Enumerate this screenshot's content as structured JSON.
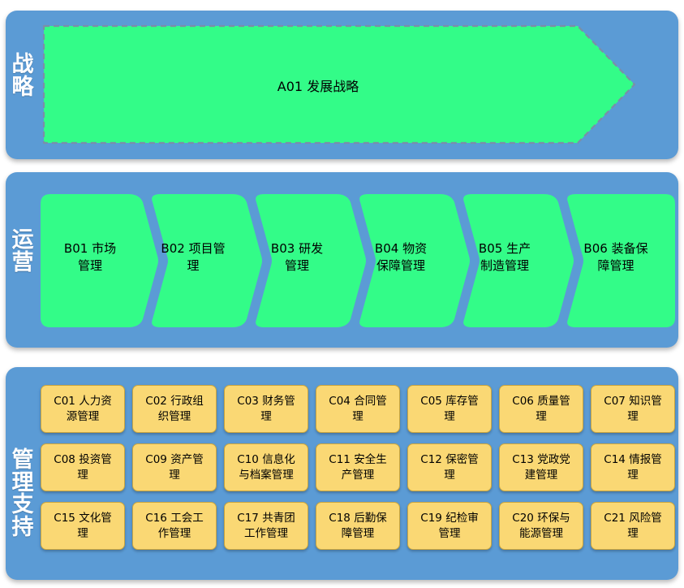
{
  "colors": {
    "band_blue": "#5b9bd5",
    "process_green": "#33fc88",
    "support_yellow": "#fad874",
    "support_border": "#c9a53f",
    "dashed_border": "#7a8fa8",
    "label_white": "#ffffff",
    "text_black": "#000000"
  },
  "strategy": {
    "band_label": "战略",
    "arrow": {
      "label": "A01 发展战略"
    }
  },
  "operations": {
    "band_label": "运营",
    "chevrons": [
      {
        "label": "B01 市场\n管理"
      },
      {
        "label": "B02 项目管\n理"
      },
      {
        "label": "B03  研发\n管理"
      },
      {
        "label": "B04  物资\n保障管理"
      },
      {
        "label": "B05  生产\n制造管理"
      },
      {
        "label": "B06 装备保\n障管理"
      }
    ]
  },
  "support": {
    "band_label": "管理支持",
    "rows": [
      [
        {
          "label": "C01 人力资\n源管理"
        },
        {
          "label": "C02 行政组\n织管理"
        },
        {
          "label": "C03 财务管\n理"
        },
        {
          "label": "C04 合同管\n理"
        },
        {
          "label": "C05 库存管\n理"
        },
        {
          "label": "C06 质量管\n理"
        },
        {
          "label": "C07 知识管\n理"
        }
      ],
      [
        {
          "label": "C08 投资管\n理"
        },
        {
          "label": "C09 资产管\n理"
        },
        {
          "label": "C10 信息化\n与档案管理"
        },
        {
          "label": "C11 安全生\n产管理"
        },
        {
          "label": "C12 保密管\n理"
        },
        {
          "label": "C13 党政党\n建管理"
        },
        {
          "label": "C14 情报管\n理"
        }
      ],
      [
        {
          "label": "C15 文化管\n理"
        },
        {
          "label": "C16 工会工\n作管理"
        },
        {
          "label": "C17 共青团\n工作管理"
        },
        {
          "label": "C18 后勤保\n障管理"
        },
        {
          "label": "C19 纪检审\n管理"
        },
        {
          "label": "C20 环保与\n能源管理"
        },
        {
          "label": "C21 风险管\n理"
        }
      ]
    ]
  }
}
